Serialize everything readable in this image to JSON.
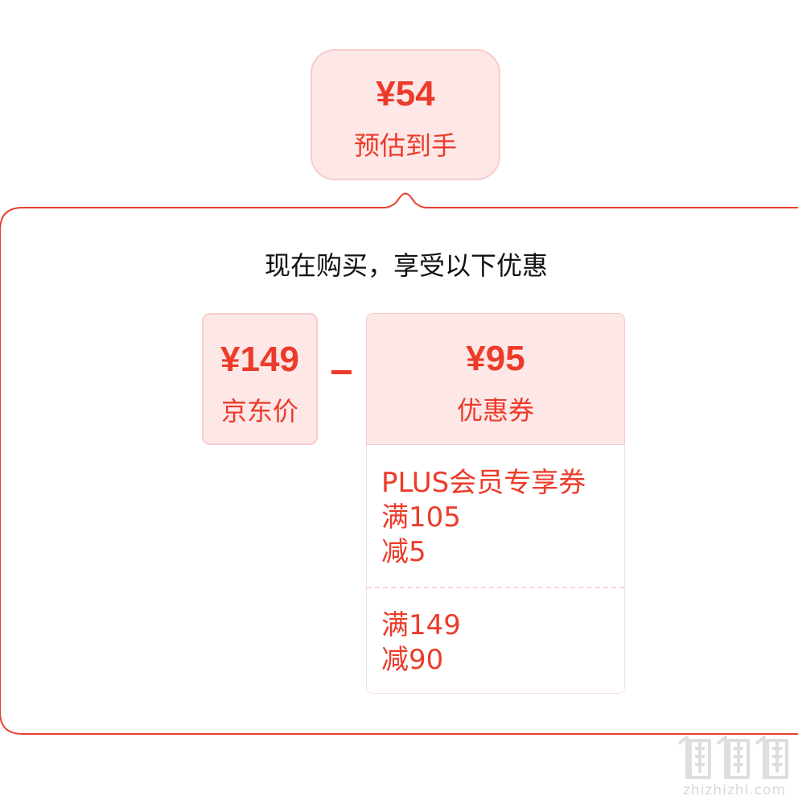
{
  "colors": {
    "accent": "#ec3b2a",
    "pale_fill": "#fde7e7",
    "pale_border": "#f8cccc",
    "panel_border": "#e8402f",
    "title_text": "#111111"
  },
  "estimate": {
    "price": "¥54",
    "label": "预估到手"
  },
  "panel": {
    "title": "现在购买，享受以下优惠"
  },
  "jd_price": {
    "price": "¥149",
    "label": "京东价"
  },
  "operator": {
    "icon": "minus-icon"
  },
  "coupon": {
    "price": "¥95",
    "label": "优惠券",
    "items": [
      {
        "lines": [
          "PLUS会员专享券",
          "满105",
          "减5"
        ]
      },
      {
        "lines": [
          "满149",
          "减90"
        ]
      }
    ]
  },
  "watermark": {
    "text": "zhizhizhi.com",
    "logo_icon": "zhi-logo-icon"
  }
}
